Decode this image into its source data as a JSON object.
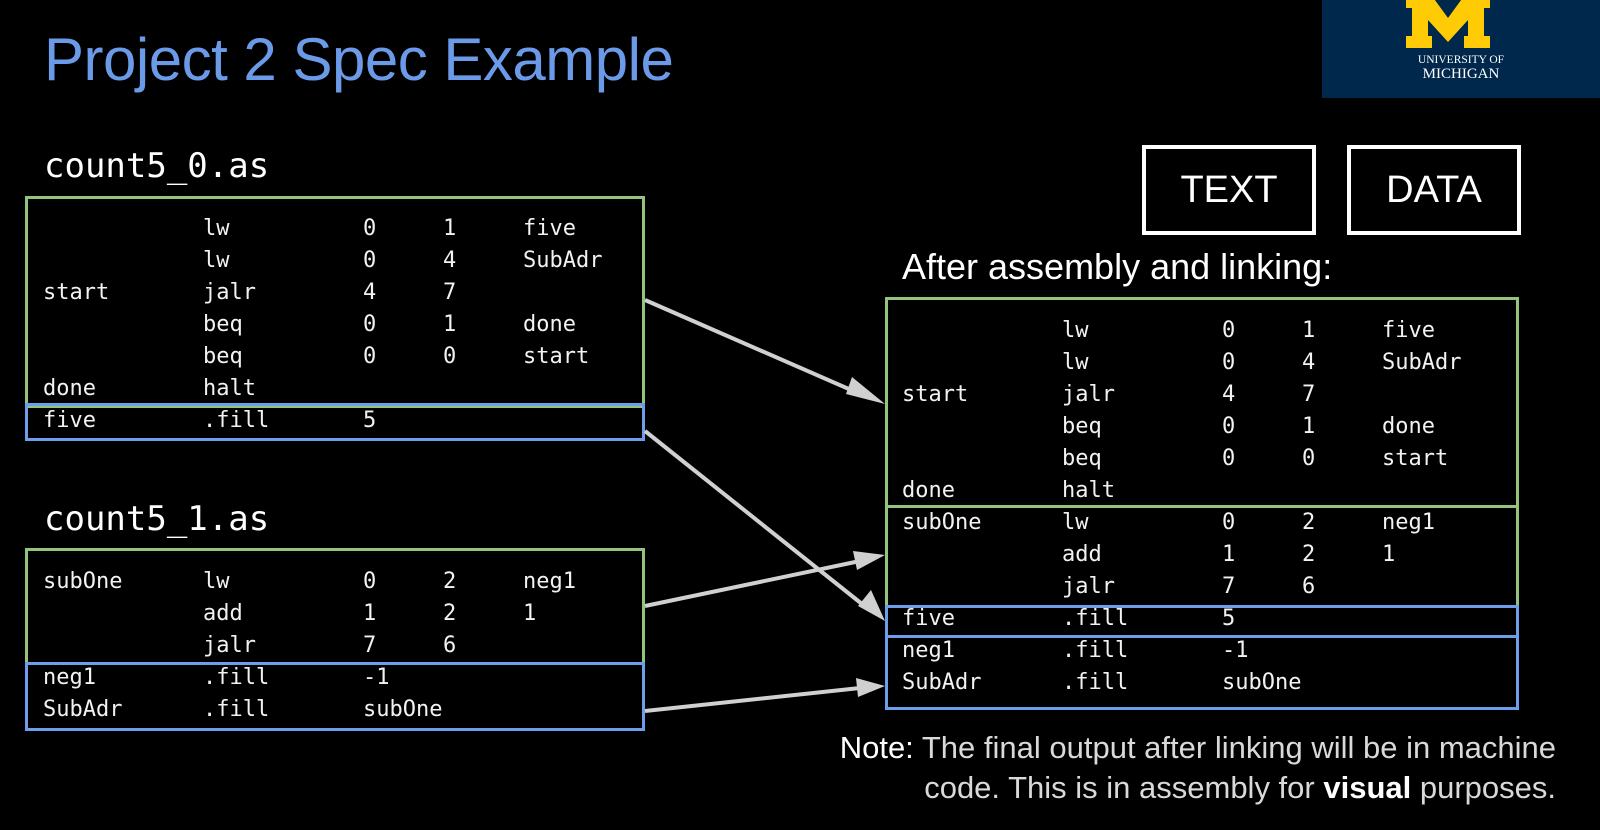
{
  "title": "Project 2 Spec Example",
  "logo": {
    "mark": "M",
    "line1": "UNIVERSITY OF",
    "line2": "MICHIGAN"
  },
  "legend": {
    "text_label": "TEXT",
    "data_label": "DATA",
    "text_color": "#93c47d",
    "data_color": "#6d9eeb"
  },
  "file0": {
    "name": "count5_0.as",
    "text": [
      [
        "",
        "lw",
        "0",
        "1",
        "five"
      ],
      [
        "",
        "lw",
        "0",
        "4",
        "SubAdr"
      ],
      [
        "start",
        "jalr",
        "4",
        "7",
        ""
      ],
      [
        "",
        "beq",
        "0",
        "1",
        "done"
      ],
      [
        "",
        "beq",
        "0",
        "0",
        "start"
      ],
      [
        "done",
        "halt",
        "",
        "",
        ""
      ]
    ],
    "data": [
      [
        "five",
        ".fill",
        "5",
        "",
        ""
      ]
    ]
  },
  "file1": {
    "name": "count5_1.as",
    "text": [
      [
        "subOne",
        "lw",
        "0",
        "2",
        "neg1"
      ],
      [
        "",
        "add",
        "1",
        "2",
        "1"
      ],
      [
        "",
        "jalr",
        "7",
        "6",
        ""
      ]
    ],
    "data": [
      [
        "neg1",
        ".fill",
        "-1",
        "",
        ""
      ],
      [
        "SubAdr",
        ".fill",
        "subOne",
        "",
        ""
      ]
    ]
  },
  "linked": {
    "heading": "After assembly and linking:",
    "text0": [
      [
        "",
        "lw",
        "0",
        "1",
        "five"
      ],
      [
        "",
        "lw",
        "0",
        "4",
        "SubAdr"
      ],
      [
        "start",
        "jalr",
        "4",
        "7",
        ""
      ],
      [
        "",
        "beq",
        "0",
        "1",
        "done"
      ],
      [
        "",
        "beq",
        "0",
        "0",
        "start"
      ],
      [
        "done",
        "halt",
        "",
        "",
        ""
      ]
    ],
    "text1": [
      [
        "subOne",
        "lw",
        "0",
        "2",
        "neg1"
      ],
      [
        "",
        "add",
        "1",
        "2",
        "1"
      ],
      [
        "",
        "jalr",
        "7",
        "6",
        ""
      ]
    ],
    "data0": [
      [
        "five",
        ".fill",
        "5",
        "",
        ""
      ]
    ],
    "data1": [
      [
        "neg1",
        ".fill",
        "-1",
        "",
        ""
      ],
      [
        "SubAdr",
        ".fill",
        "subOne",
        "",
        ""
      ]
    ]
  },
  "note": {
    "label": "Note:",
    "line1_rest": " The final output after linking will be in machine",
    "line2_pre": "code. This is in assembly for ",
    "line2_bold": "visual",
    "line2_post": " purposes."
  }
}
